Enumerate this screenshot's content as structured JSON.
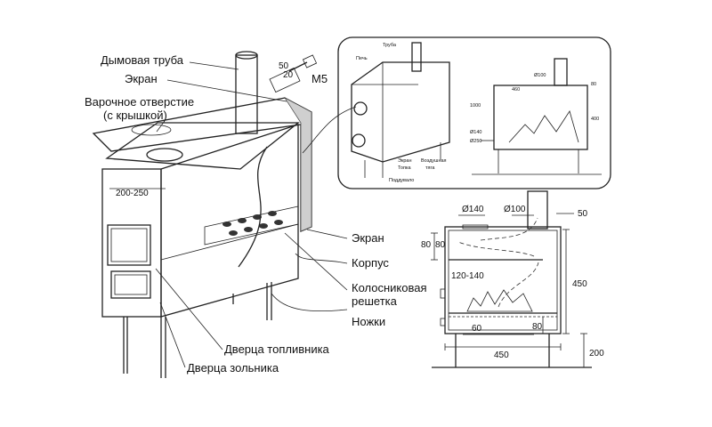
{
  "main_view": {
    "labels": {
      "chimney": "Дымовая труба",
      "screen_top": "Экран",
      "cooking_hole": "Варочное отверстие",
      "cooking_hole_note": "(с крышкой)",
      "screen_side": "Экран",
      "body": "Корпус",
      "grate_1": "Колосниковая",
      "grate_2": "решетка",
      "legs": "Ножки",
      "fuel_door": "Дверца топливника",
      "ash_door": "Дверца зольника",
      "gap": "200-250",
      "bolt": "M5",
      "bolt_dim_1": "50",
      "bolt_dim_2": "20"
    }
  },
  "small_view": {
    "labels": {
      "pipe": "Труба",
      "stove": "Печь",
      "screen": "Экран",
      "firebox": "Топка",
      "air_gap_1": "Воздушная",
      "air_gap_2": "тяга",
      "blower": "Поддувало",
      "d100": "Ø100",
      "d140": "Ø140",
      "d250": "Ø250",
      "h1000": "1000",
      "w460": "460",
      "h80": "80",
      "h400": "400"
    }
  },
  "section_view": {
    "labels": {
      "d140": "Ø140",
      "d100": "Ø100",
      "top_offset": "50",
      "h80a": "80",
      "h80b": "80",
      "gap": "120-140",
      "height": "450",
      "grate_h": "60",
      "ash_h": "80",
      "width": "450",
      "legs_h": "200"
    }
  }
}
